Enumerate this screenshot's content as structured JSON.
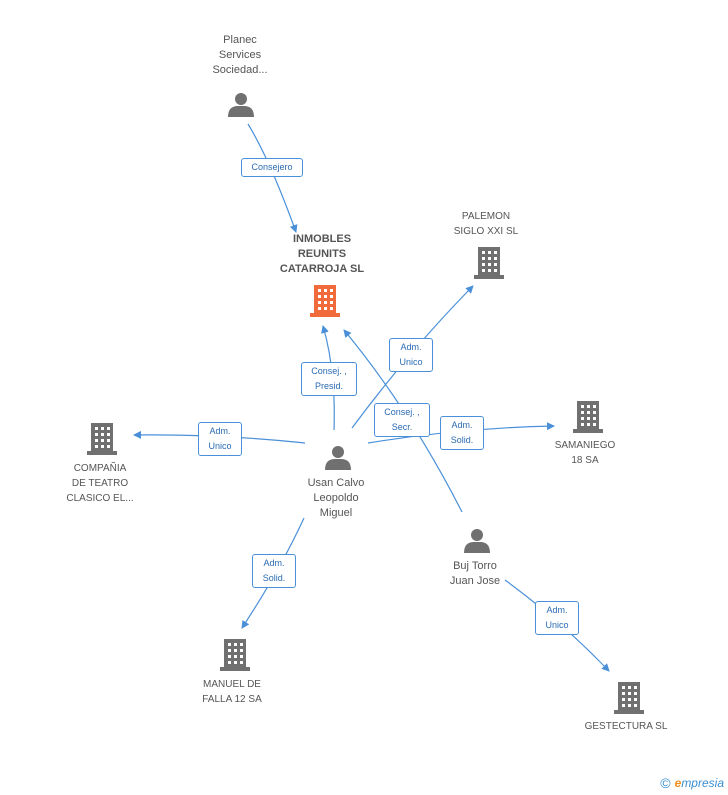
{
  "nodes": {
    "planec": {
      "lines": [
        "Planec",
        "Services",
        "Sociedad..."
      ],
      "kind": "person"
    },
    "inmobles": {
      "lines": [
        "INMOBLES",
        "REUNITS",
        "CATARROJA SL"
      ],
      "kind": "company-main"
    },
    "palemon": {
      "lines": [
        "PALEMON",
        "SIGLO XXI  SL"
      ],
      "kind": "company"
    },
    "samaniego": {
      "lines": [
        "SAMANIEGO",
        "18 SA"
      ],
      "kind": "company"
    },
    "compania": {
      "lines": [
        "COMPAÑIA",
        "DE TEATRO",
        "CLASICO EL..."
      ],
      "kind": "company"
    },
    "usan": {
      "lines": [
        "Usan Calvo",
        "Leopoldo",
        "Miguel"
      ],
      "kind": "person"
    },
    "buj": {
      "lines": [
        "Buj Torro",
        "Juan Jose"
      ],
      "kind": "person"
    },
    "manuel": {
      "lines": [
        "MANUEL DE",
        "FALLA 12 SA"
      ],
      "kind": "company"
    },
    "gestectura": {
      "lines": [
        "GESTECTURA SL"
      ],
      "kind": "company"
    }
  },
  "edges": {
    "consejero": [
      "Consejero"
    ],
    "consej_presid": [
      "Consej. ,",
      "Presid."
    ],
    "adm_unico_palemon": [
      "Adm.",
      "Unico"
    ],
    "consej_secr": [
      "Consej. ,",
      "Secr."
    ],
    "adm_solid_samaniego": [
      "Adm.",
      "Solid."
    ],
    "adm_unico_compania": [
      "Adm.",
      "Unico"
    ],
    "adm_solid_manuel": [
      "Adm.",
      "Solid."
    ],
    "adm_unico_gestectura": [
      "Adm.",
      "Unico"
    ]
  },
  "colors": {
    "edge": "#4a90d9",
    "icon": "#707070",
    "main_icon": "#f06a3c"
  },
  "footer": {
    "copyright": "©",
    "brand_initial": "e",
    "brand_rest": "mpresia"
  }
}
